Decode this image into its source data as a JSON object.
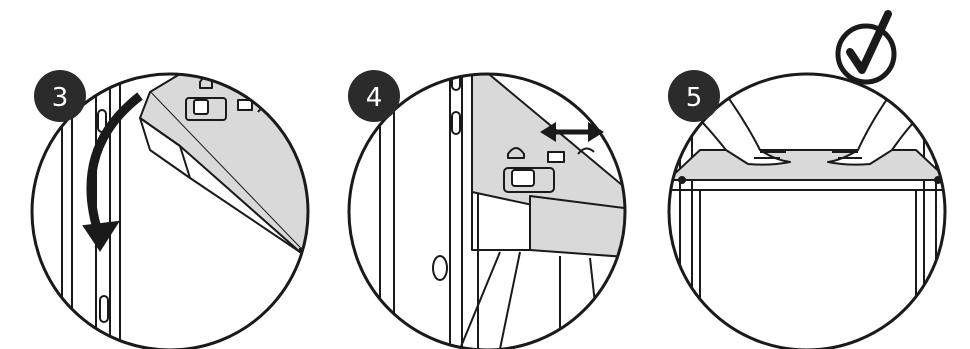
{
  "steps": [
    {
      "number": "3",
      "description_icon": "shelf-tilt-down-icon"
    },
    {
      "number": "4",
      "description_icon": "shelf-latch-slide-icon"
    },
    {
      "number": "5",
      "description_icon": "shelf-press-check-icon"
    }
  ],
  "colors": {
    "line": "#1a1a1a",
    "shelf_fill": "#d9d9d9",
    "badge_fill": "#2b2b2b",
    "background": "#ffffff"
  },
  "icons": {
    "rotate_arrow": "curved-arrow-down-icon",
    "slide_arrow": "double-arrow-horizontal-icon",
    "done_badge": "checkmark-circle-icon"
  }
}
